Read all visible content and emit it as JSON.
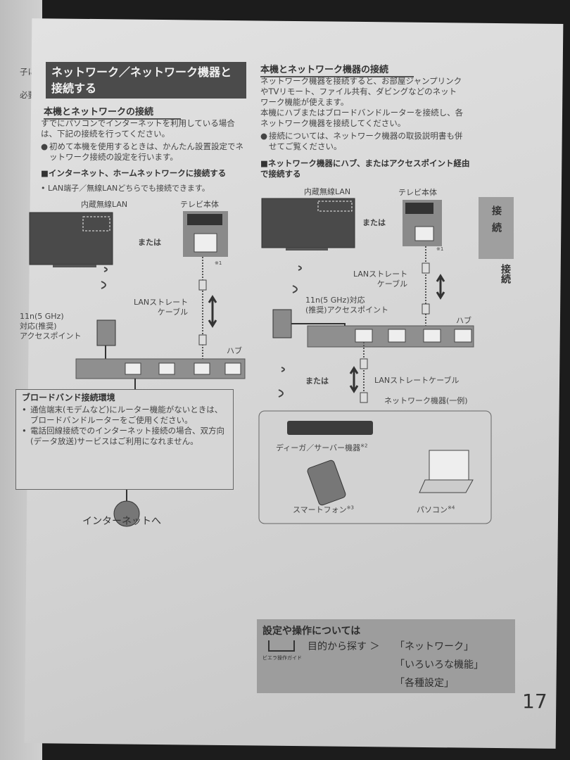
{
  "prev_page": {
    "fragments": [
      "子に",
      "必要"
    ]
  },
  "left": {
    "title": "ネットワーク／ネットワーク機器と接続する",
    "heading": "本機とネットワークの接続",
    "intro": "すでにパソコンでインターネットを利用している場合は、下記の接続を行ってください。",
    "note": "初めて本機を使用するときは、かんたん設置設定でネットワーク接続の設定を行います。",
    "subheading": "インターネット、ホームネットワークに接続する",
    "bullet": "LAN端子／無線LANどちらでも接続できます。",
    "diagram": {
      "wlan": "内蔵無線LAN",
      "tv": "テレビ本体",
      "or": "または",
      "note1": "※1",
      "cable": "LANストレート\nケーブル",
      "ap": "11n(5 GHz)\n対応(推奨)\nアクセスポイント",
      "hub": "ハブ",
      "internet": "インターネットへ"
    },
    "broadband": {
      "title": "ブロードバンド接続環境",
      "items": [
        "通信端末(モデムなど)にルーター機能がないときは、ブロードバンドルーターをご使用ください。",
        "電話回線接続でのインターネット接続の場合、双方向(データ放送)サービスはご利用になれません。"
      ]
    }
  },
  "right": {
    "heading": "本機とネットワーク機器の接続",
    "intro": "ネットワーク機器を接続すると、お部屋ジャンプリンクやTVリモート、ファイル共有、ダビングなどのネットワーク機能が使えます。\n本機にハブまたはブロードバンドルーターを接続し、各ネットワーク機器を接続してください。",
    "note": "接続については、ネットワーク機器の取扱説明書も併せてご覧ください。",
    "subheading": "ネットワーク機器にハブ、またはアクセスポイント経由で接続する",
    "diagram": {
      "wlan": "内蔵無線LAN",
      "tv": "テレビ本体",
      "or": "または",
      "note1": "※1",
      "cable": "LANストレート\nケーブル",
      "ap": "11n(5 GHz)対応\n(推奨)アクセスポイント",
      "hub": "ハブ",
      "or2": "または",
      "cable2": "LANストレートケーブル",
      "devices_label": "ネットワーク機器(一例)",
      "diga": "ディーガ／サーバー機器",
      "diga_note": "※2",
      "phone": "スマートフォン",
      "phone_note": "※3",
      "pc": "パソコン",
      "pc_note": "※4"
    }
  },
  "side_tab": {
    "label": "接続",
    "sub": "接続"
  },
  "guide": {
    "title": "設定や操作については",
    "icon_label": "ビエラ操作ガイド",
    "path": "目的から探す ＞",
    "items": [
      "「ネットワーク」",
      "「いろいろな機能」",
      "「各種設定」"
    ]
  },
  "page_number": "17"
}
